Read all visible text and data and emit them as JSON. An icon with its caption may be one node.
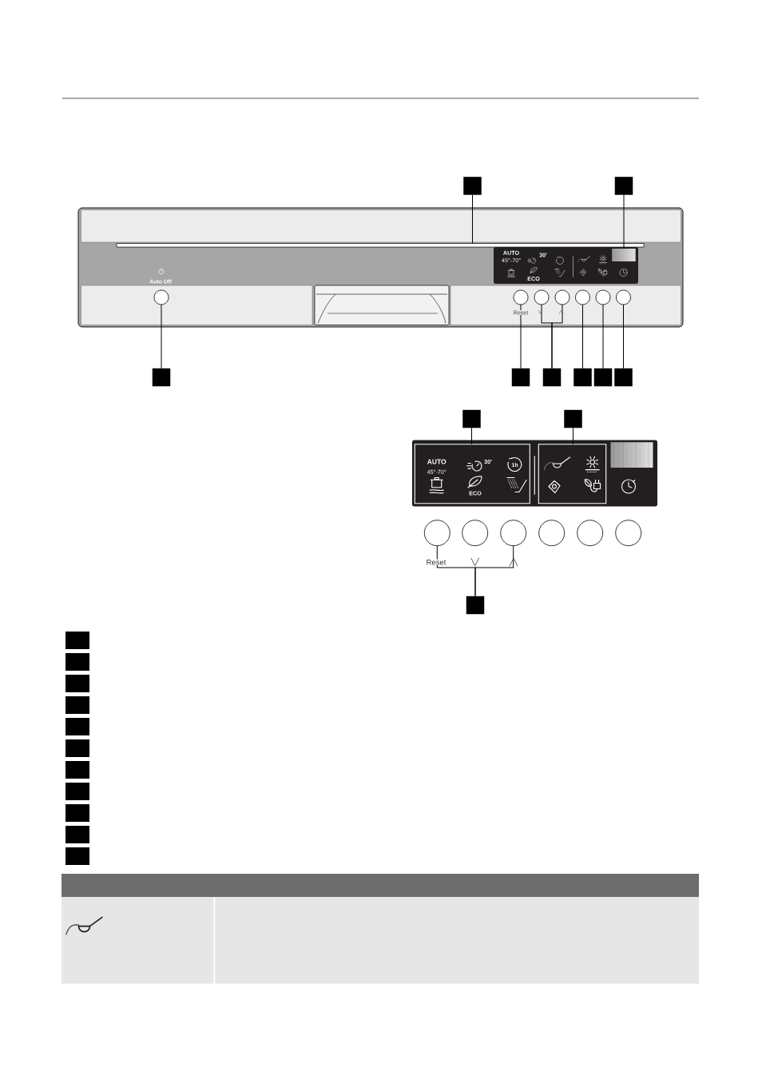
{
  "diagram": {
    "nodes": [
      {
        "text": [],
        "shape": "box"
      },
      {
        "text": [],
        "shape": "box"
      },
      {
        "text": [],
        "shape": "box"
      },
      {
        "text": [],
        "shape": "bar",
        "in": 2
      },
      {
        "text": [
          "AUTO",
          "45°-70°",
          "30′",
          "ECO"
        ],
        "in": 2
      },
      {
        "text": [],
        "shape": "box",
        "in": 4
      },
      {
        "text": [],
        "shape": "circle",
        "in": 2,
        "beside": [
          "Auto Off"
        ]
      },
      {
        "text": [],
        "shape": "circle",
        "in": 2,
        "beside": [
          "Reset"
        ]
      },
      {
        "text": [],
        "shape": "circle",
        "in": 2
      },
      {
        "text": [],
        "shape": "circle",
        "in": 2
      },
      {
        "text": [],
        "shape": "circle",
        "in": 2
      },
      {
        "text": [],
        "shape": "circle",
        "in": 2
      },
      {
        "text": [],
        "shape": "circle",
        "in": 2
      },
      {
        "text": [],
        "shape": "box"
      },
      {
        "text": [],
        "shape": "box"
      },
      {
        "text": [],
        "shape": "box"
      },
      {
        "text": [],
        "shape": "box"
      },
      {
        "text": [],
        "shape": "box"
      },
      {
        "text": [],
        "shape": "box"
      },
      {
        "text": [],
        "shape": "box"
      },
      {
        "text": [],
        "shape": "box"
      },
      {
        "text": [],
        "shape": "box"
      },
      {
        "text": [
          "AUTO",
          "45°-70°",
          "30′",
          "1h",
          "ECO"
        ],
        "in": 21
      },
      {
        "text": [],
        "shape": "box",
        "in": 21
      },
      {
        "text": [],
        "shape": "circle",
        "beside": [
          "Reset"
        ]
      },
      {
        "text": [],
        "shape": "circle"
      },
      {
        "text": [],
        "shape": "circle"
      },
      {
        "text": [],
        "shape": "circle"
      },
      {
        "text": [],
        "shape": "circle"
      },
      {
        "text": [],
        "shape": "circle"
      },
      {
        "text": [],
        "shape": "box"
      },
      {
        "text": [],
        "shape": "box"
      },
      {
        "text": [],
        "shape": "box"
      },
      {
        "text": [],
        "shape": "box"
      },
      {
        "text": [],
        "shape": "box"
      },
      {
        "text": [],
        "shape": "box"
      },
      {
        "text": [],
        "shape": "box"
      },
      {
        "text": [],
        "shape": "box"
      },
      {
        "text": [],
        "shape": "box"
      },
      {
        "text": [],
        "shape": "box"
      },
      {
        "text": [],
        "shape": "box"
      },
      {
        "text": [],
        "shape": "box"
      }
    ],
    "edges": [
      {
        "from": 0,
        "to": 3,
        "arrow": "none"
      },
      {
        "from": 1,
        "to": 5,
        "arrow": "none"
      },
      {
        "from": 13,
        "to": 6,
        "arrow": "none"
      },
      {
        "from": 14,
        "to": 7,
        "arrow": "none"
      },
      {
        "from": 15,
        "to": 8,
        "arrow": "none"
      },
      {
        "from": 15,
        "to": 9,
        "arrow": "none"
      },
      {
        "from": 16,
        "to": 10,
        "arrow": "none"
      },
      {
        "from": 17,
        "to": 11,
        "arrow": "none"
      },
      {
        "from": 18,
        "to": 12,
        "arrow": "none"
      },
      {
        "from": 19,
        "to": 22,
        "arrow": "none"
      },
      {
        "from": 20,
        "to": 23,
        "arrow": "none"
      },
      {
        "from": 30,
        "to": 24,
        "arrow": "none"
      },
      {
        "from": 30,
        "to": 26,
        "arrow": "none"
      }
    ]
  }
}
